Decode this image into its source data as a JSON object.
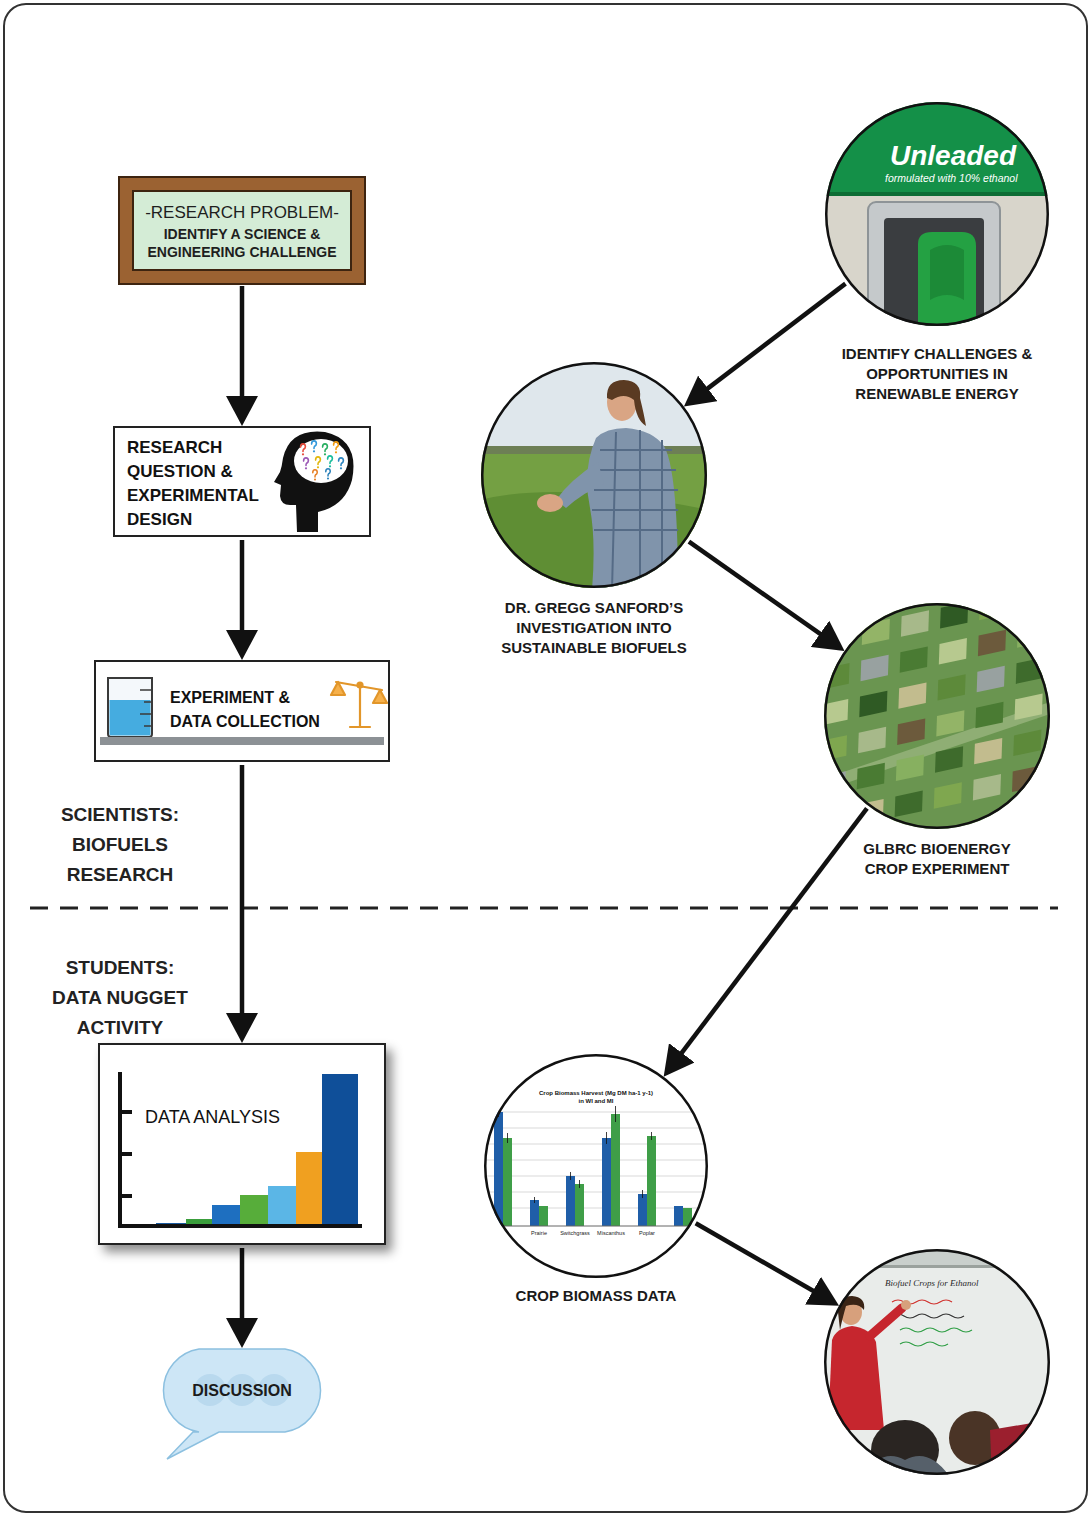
{
  "diagram": {
    "nodes": [
      {
        "text": [
          "-RESEARCH PROBLEM-",
          "IDENTIFY A SCIENCE & ENGINEERING CHALLENGE"
        ]
      },
      {
        "text": [
          "RESEARCH QUESTION & EXPERIMENTAL DESIGN"
        ]
      },
      {
        "text": [
          "EXPERIMENT & DATA COLLECTION"
        ]
      },
      {
        "text": [
          "DATA ANALYSIS"
        ]
      },
      {
        "text": [
          "DISCUSSION"
        ]
      },
      {
        "text": [
          "Unleaded",
          "formulated with 10% ethanol",
          "IDENTIFY CHALLENGES & OPPORTUNITIES IN RENEWABLE ENERGY"
        ]
      },
      {
        "text": [
          "DR. GREGG SANFORD’S INVESTIGATION INTO SUSTAINABLE BIOFUELS"
        ]
      },
      {
        "text": [
          "GLBRC BIOENERGY CROP EXPERIMENT"
        ]
      },
      {
        "text": [
          "Crop Biomass Harvest (Mg DM ha-1 y-1) in WI and MI",
          "Prairie",
          "Switchgrass",
          "Miscanthus",
          "Poplar",
          "CROP BIOMASS DATA"
        ]
      },
      {
        "text": [
          "Biofuel Crops for Ethanol"
        ]
      }
    ],
    "edges": [
      {
        "from": 0,
        "to": 1,
        "arrow": "to"
      },
      {
        "from": 1,
        "to": 2,
        "arrow": "to"
      },
      {
        "from": 2,
        "to": 3,
        "arrow": "to"
      },
      {
        "from": 3,
        "to": 4,
        "arrow": "to"
      },
      {
        "from": 5,
        "to": 6,
        "arrow": "to"
      },
      {
        "from": 6,
        "to": 7,
        "arrow": "to"
      },
      {
        "from": 7,
        "to": 8,
        "arrow": "to"
      },
      {
        "from": 8,
        "to": 9,
        "arrow": "to"
      }
    ],
    "labels": [
      "SCIENTISTS: BIOFUELS RESEARCH",
      "STUDENTS: DATA NUGGET ACTIVITY"
    ]
  }
}
